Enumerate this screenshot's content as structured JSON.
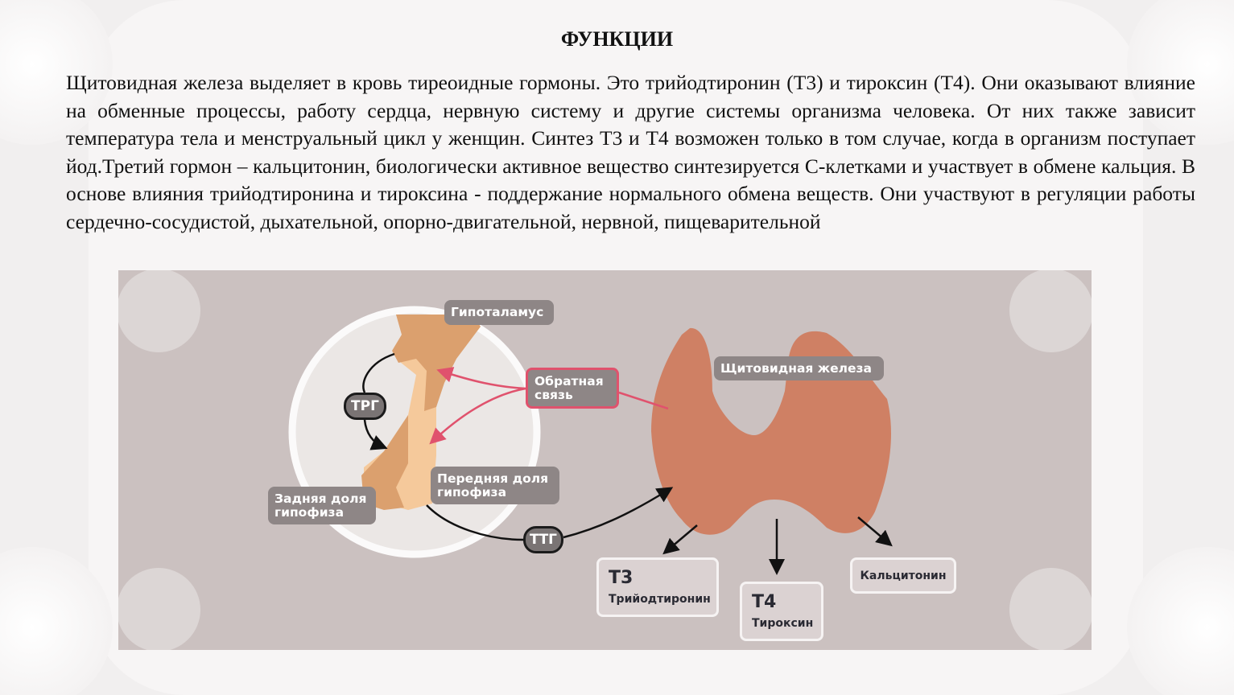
{
  "slide": {
    "title": "ФУНКЦИИ",
    "paragraph": "Щитовидная железа выделяет в кровь тиреоидные гормоны. Это трийодтиронин (Т3) и тироксин (Т4). Они оказывают влияние на обменные процессы, работу сердца, нервную систему и другие системы организма человека. От них также зависит температура тела и менструальный цикл у женщин. Синтез Т3 и Т4 возможен только в том случае, когда в организм поступает йод.Третий гормон – кальцитонин, биологически активное вещество синтезируется С-клетками и участвует в обмене кальция. В основе влияния трийодтиронина и тироксина -  поддержание нормального обмена веществ. Они участвуют в регуляции работы сердечно-сосудистой, дыхательной, опорно-двигательной, нервной, пищеварительной"
  },
  "diagram": {
    "hypothalamus": "Гипоталамус",
    "trg": "ТРГ",
    "feedback": "Обратная связь",
    "thyroid": "Щитовидная железа",
    "anterior": "Передняя доля гипофиза",
    "posterior": "Задняя доля гипофиза",
    "ttg": "ТТГ",
    "t3_code": "Т3",
    "t3_name": "Трийодтиронин",
    "t4_code": "Т4",
    "t4_name": "Тироксин",
    "calcitonin": "Кальцитонин",
    "colors": {
      "feedback": "#e0526d",
      "thyroid": "#cf8064",
      "gland_dark": "#dba06e",
      "gland_light": "#f5c99b"
    }
  }
}
